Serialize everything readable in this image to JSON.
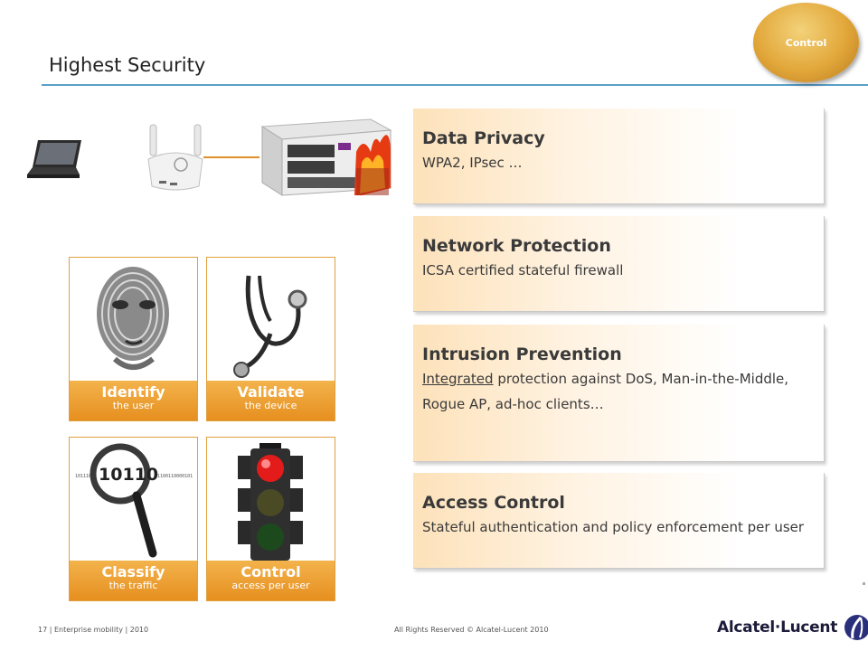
{
  "slide": {
    "title": "Highest Security",
    "section_badge": "Control"
  },
  "tiles": [
    {
      "heading": "Identify",
      "subtitle": "the user",
      "icon": "fingerprint-face-icon"
    },
    {
      "heading": "Validate",
      "subtitle": "the device",
      "icon": "stethoscope-icon"
    },
    {
      "heading": "Classify",
      "subtitle": "the traffic",
      "icon": "magnifier-binary-icon",
      "magnified_text": "10110",
      "stream_left": "101110",
      "stream_right": "01100110000101"
    },
    {
      "heading": "Control",
      "subtitle": "access per user",
      "icon": "traffic-light-icon"
    }
  ],
  "cards": [
    {
      "title": "Data Privacy",
      "text": "WPA2, IPsec …"
    },
    {
      "title": "Network Protection",
      "text": "ICSA certified stateful firewall"
    },
    {
      "title": "Intrusion Prevention",
      "text_underlined": "Integrated",
      "text_rest": " protection against DoS, Man-in-the-Middle, Rogue AP, ad-hoc clients…"
    },
    {
      "title": "Access Control",
      "text": "Stateful authentication and policy enforcement per user"
    }
  ],
  "footer": {
    "left": "17 | Enterprise mobility | 2010",
    "center": "All Rights Reserved © Alcatel-Lucent 2010",
    "brand": "Alcatel·Lucent"
  },
  "colors": {
    "accent_orange": "#e68f1f",
    "rule_blue": "#5aa0c8",
    "badge_gold": "#e2a73a"
  }
}
